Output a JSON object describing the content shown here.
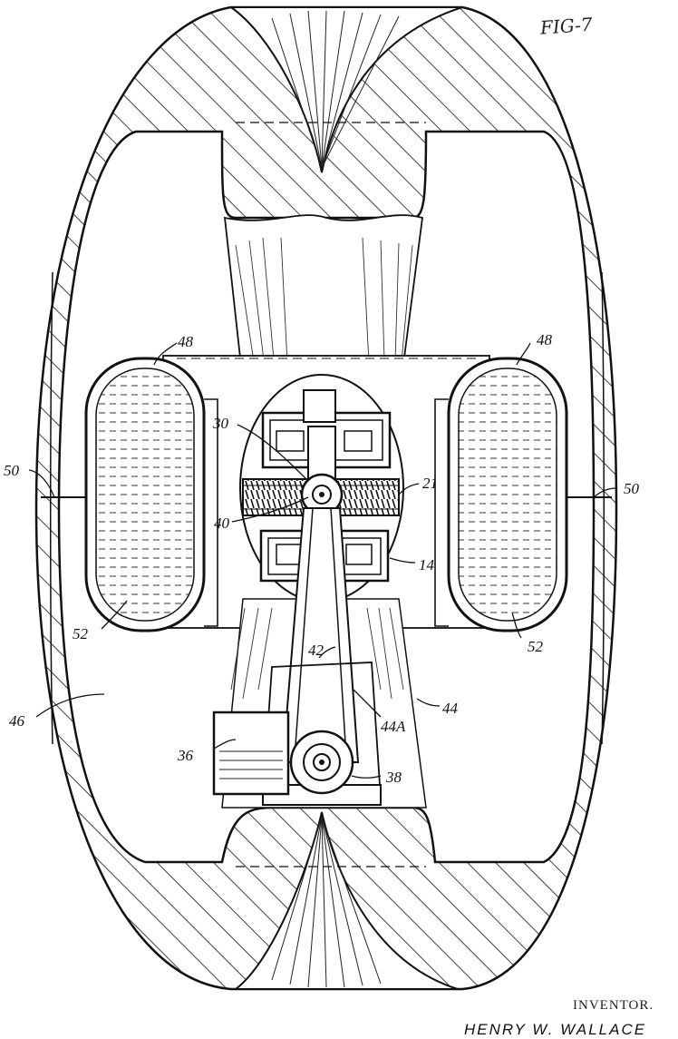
{
  "figure_label": "FIG-7",
  "labels": {
    "l48a": "48",
    "l48b": "48",
    "l30": "30",
    "l50a": "50",
    "l50b": "50",
    "l21": "21",
    "l40": "40",
    "l14": "14",
    "l52a": "52",
    "l52b": "52",
    "l42": "42",
    "l46": "46",
    "l44": "44",
    "l44a": "44A",
    "l36": "36",
    "l38": "38"
  },
  "inventor_caption": "INVENTOR.",
  "inventor_name": "HENRY W. WALLACE"
}
